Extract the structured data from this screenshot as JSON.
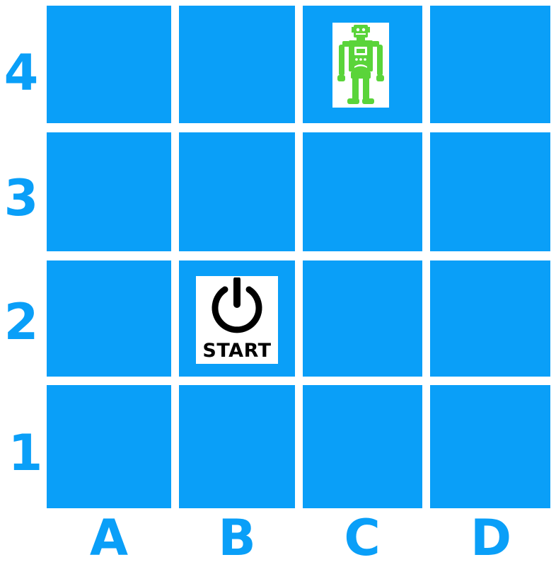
{
  "grid": {
    "rows": [
      "4",
      "3",
      "2",
      "1"
    ],
    "columns": [
      "A",
      "B",
      "C",
      "D"
    ],
    "cell_color": "#0a9ff8",
    "label_color": "#0a9ff8"
  },
  "start": {
    "label": "START",
    "cell": "B2",
    "icon": "power-icon"
  },
  "robot": {
    "cell": "C4",
    "icon": "robot-icon",
    "color": "#5ad43a"
  }
}
